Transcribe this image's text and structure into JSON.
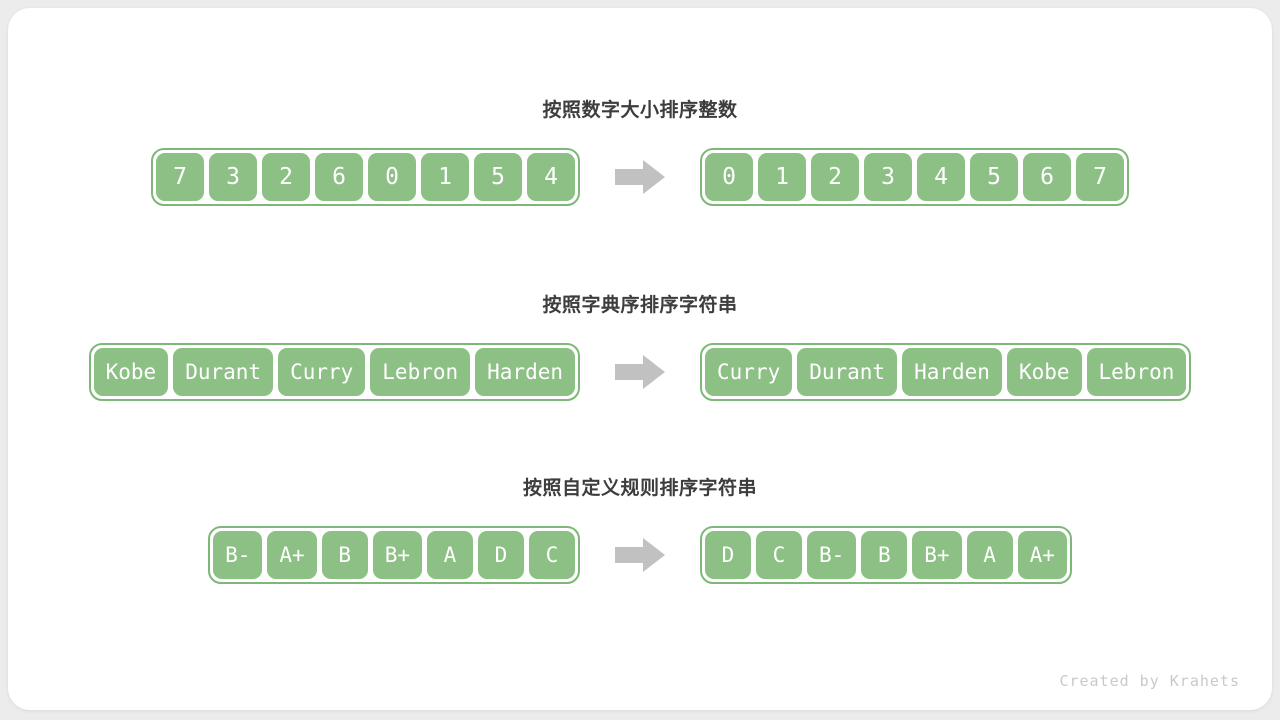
{
  "colors": {
    "page_bg": "#ECECEC",
    "panel_bg": "#FFFFFF",
    "title": "#3D3D3D",
    "cell_fill": "#8CC084",
    "cell_border": "#7EB878",
    "cell_text": "#FFFFFF",
    "arrow": "#C1C1C1",
    "watermark": "#C9C9C9"
  },
  "rows": [
    {
      "title": "按照数字大小排序整数",
      "before": [
        "7",
        "3",
        "2",
        "6",
        "0",
        "1",
        "5",
        "4"
      ],
      "after": [
        "0",
        "1",
        "2",
        "3",
        "4",
        "5",
        "6",
        "7"
      ]
    },
    {
      "title": "按照字典序排序字符串",
      "before": [
        "Kobe",
        "Durant",
        "Curry",
        "Lebron",
        "Harden"
      ],
      "after": [
        "Curry",
        "Durant",
        "Harden",
        "Kobe",
        "Lebron"
      ]
    },
    {
      "title": "按照自定义规则排序字符串",
      "before": [
        "B-",
        "A+",
        "B",
        "B+",
        "A",
        "D",
        "C"
      ],
      "after": [
        "D",
        "C",
        "B-",
        "B",
        "B+",
        "A",
        "A+"
      ]
    }
  ],
  "footer": {
    "watermark": "Created by Krahets"
  }
}
